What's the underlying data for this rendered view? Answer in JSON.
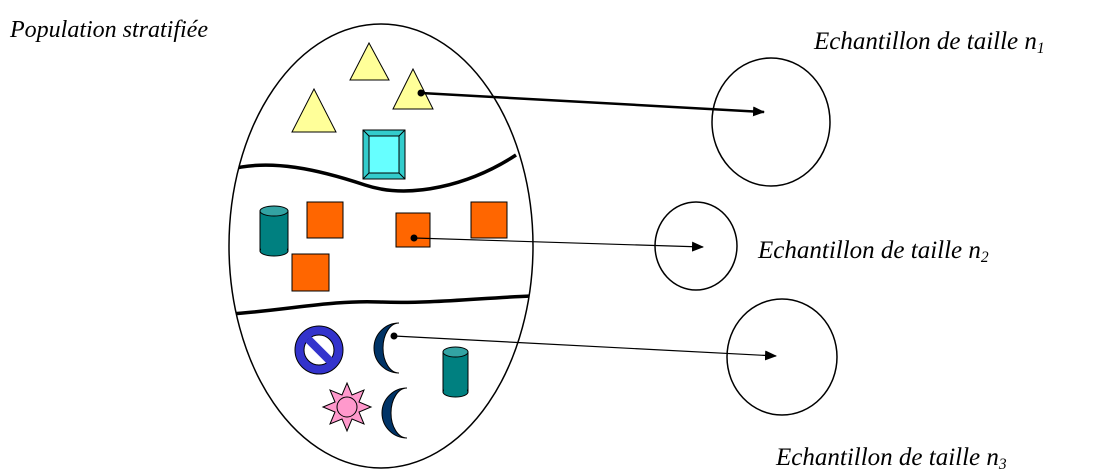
{
  "title": "Population stratifiée",
  "samples": [
    {
      "label": "Echantillon de taille n",
      "subscript": "1"
    },
    {
      "label": "Echantillon de taille n",
      "subscript": "2"
    },
    {
      "label": "Echantillon de taille n",
      "subscript": "3"
    }
  ],
  "colors": {
    "triangle": "#FFFF99",
    "teal": "#008080",
    "orange": "#FF6600",
    "cyan": "#33CCCC",
    "navy": "#003366",
    "blue": "#3333CC",
    "pink": "#FF99CC"
  },
  "icons": [
    "triangle-shape",
    "bevel-square-shape",
    "cylinder-shape",
    "square-shape",
    "no-symbol-shape",
    "moon-shape",
    "sun-shape"
  ]
}
